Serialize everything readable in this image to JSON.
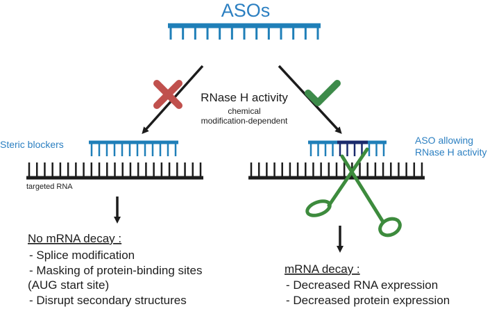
{
  "title": "ASOs",
  "center_label": {
    "line1": "RNase H activity",
    "line2": "chemical",
    "line3": "modification-dependent"
  },
  "left": {
    "label": "Steric blockers",
    "rna_label": "targeted RNA",
    "outcome_title": "No mRNA decay :",
    "outcome_items": [
      "- Splice modification",
      "- Masking of protein-binding sites",
      "(AUG start site)",
      "- Disrupt secondary structures"
    ],
    "mark": "cross-icon"
  },
  "right": {
    "label_line1": "ASO allowing",
    "label_line2": "RNase H activity",
    "outcome_title": "mRNA decay :",
    "outcome_items": [
      "- Decreased RNA expression",
      "- Decreased protein expression"
    ],
    "mark": "check-icon"
  },
  "colors": {
    "aso_blue": "#1f7fb8",
    "aso_dark": "#1a2a6c",
    "label_blue": "#2b7fc1",
    "cross_red": "#c0504d",
    "check_green": "#3d8b4a",
    "scissors_green": "#3d8b3d",
    "rna_black": "#1c1c1c"
  }
}
